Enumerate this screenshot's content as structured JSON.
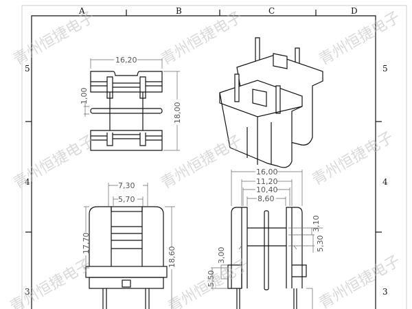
{
  "grid": {
    "columns": [
      "A",
      "B",
      "C",
      "D"
    ],
    "rows_left": [
      "5",
      "4",
      "3"
    ],
    "rows_right": [
      "5",
      "4",
      "3"
    ]
  },
  "watermark": "青州恒捷电子",
  "top_view": {
    "width": "16,20",
    "height": "18,00",
    "gap": "1,00"
  },
  "front_view": {
    "outer": "7,30",
    "inner": "5,70",
    "height_body": "17,70",
    "height_total": "18,60"
  },
  "side_view": {
    "w1": "16,00",
    "w2": "11,20",
    "w3": "10,40",
    "w4": "8,60",
    "h1": "3,10",
    "h2": "5,30",
    "h3": "3,00",
    "h4": "5,50"
  }
}
